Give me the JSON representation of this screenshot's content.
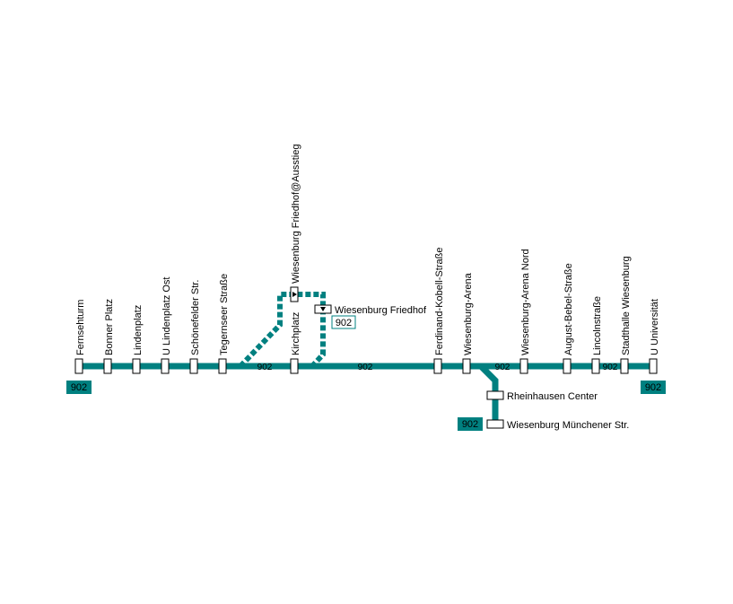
{
  "line": {
    "name": "902",
    "color": "#008080"
  },
  "main_stations": [
    {
      "name": "Fernsehturm"
    },
    {
      "name": "Bonner Platz"
    },
    {
      "name": "Lindenplatz"
    },
    {
      "name": "U Lindenplatz Ost"
    },
    {
      "name": "Schönefelder Str."
    },
    {
      "name": "Tegernseer Straße"
    },
    {
      "name": "Kirchplatz"
    },
    {
      "name": "Ferdinand-Kobell-Straße"
    },
    {
      "name": "Wiesenburg-Arena"
    },
    {
      "name": "Wiesenburg-Arena Nord"
    },
    {
      "name": "August-Bebel-Straße"
    },
    {
      "name": "Lincolnstraße"
    },
    {
      "name": "Stadthalle Wiesenburg"
    },
    {
      "name": "U Universität"
    }
  ],
  "loop": {
    "exit_stop": "Wiesenburg Friedhof@Ausstieg",
    "stop": "Wiesenburg Friedhof",
    "terminal_tag": "902"
  },
  "branch_stations": [
    {
      "name": "Rheinhausen Center"
    },
    {
      "name": "Wiesenburg Münchener Str."
    }
  ],
  "line_labels": [
    "902",
    "902",
    "902",
    "902"
  ],
  "terminal_tags": [
    "902",
    "902",
    "902"
  ]
}
